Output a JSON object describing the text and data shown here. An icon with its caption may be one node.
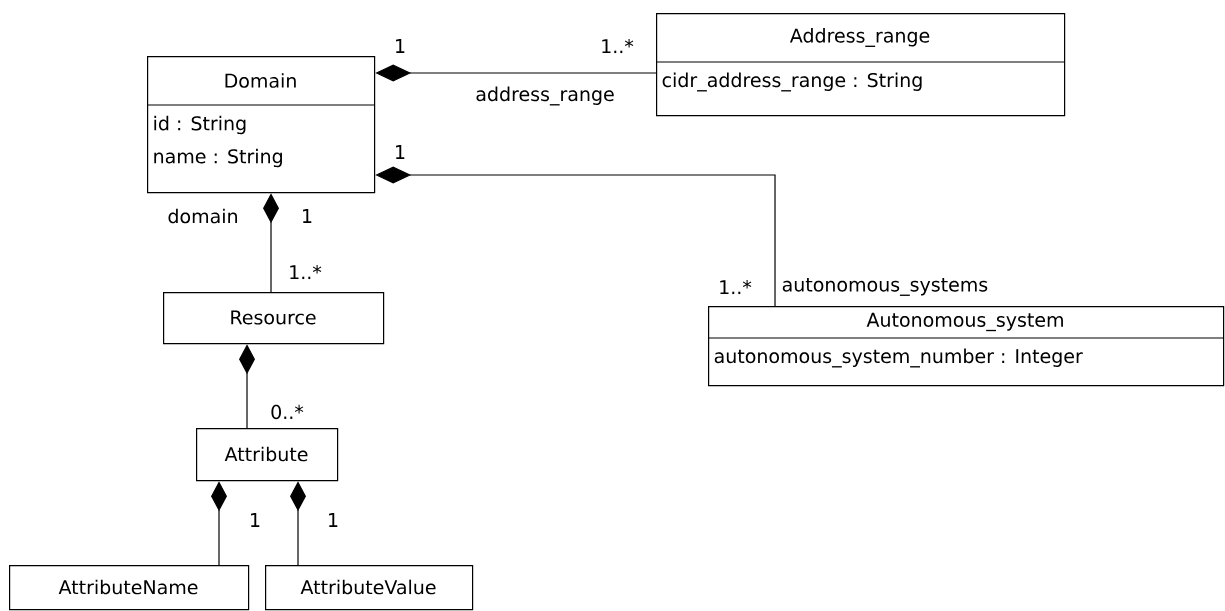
{
  "diagram": {
    "nodes": [
      {
        "text": [
          "Domain",
          "id : String",
          "name : String"
        ]
      },
      {
        "text": [
          "Address_range",
          "cidr_address_range : String"
        ]
      },
      {
        "text": [
          "Resource"
        ]
      },
      {
        "text": [
          "Attribute"
        ]
      },
      {
        "text": [
          "AttributeName"
        ]
      },
      {
        "text": [
          "AttributeValue"
        ]
      },
      {
        "text": [
          "Autonomous_system",
          "autonomous_system_number : Integer"
        ]
      }
    ],
    "edges": [
      {
        "from": 0,
        "to": 1,
        "arrow": "other",
        "label": "address_range"
      },
      {
        "from": 0,
        "to": 6,
        "arrow": "other",
        "label": "autonomous_systems"
      },
      {
        "from": 0,
        "to": 2,
        "arrow": "other",
        "label": "domain"
      },
      {
        "from": 2,
        "to": 3,
        "arrow": "other"
      },
      {
        "from": 3,
        "to": 4,
        "arrow": "other"
      },
      {
        "from": 3,
        "to": 5,
        "arrow": "other"
      }
    ],
    "labels": [
      "1",
      "1..*",
      "1",
      "1",
      "1..*",
      "1..*",
      "0..*",
      "1",
      "1"
    ]
  }
}
